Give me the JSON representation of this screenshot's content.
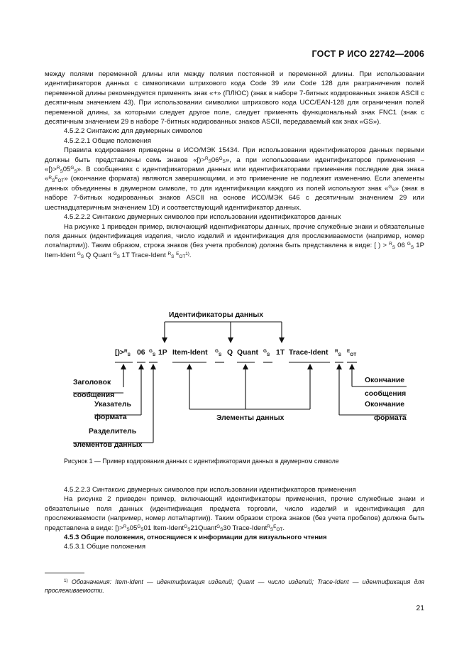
{
  "header": {
    "doc_code": "ГОСТ Р ИСО 22742—2006"
  },
  "body": {
    "p1": "между полями переменной длины или между полями постоянной и переменной длины. При использовании идентификаторов данных с символиками штрихового кода Code 39 или Code 128 для разграничения полей переменной длины рекомендуется применять знак «+» (ПЛЮС) (знак в наборе 7-битных кодированных знаков ASCII с десятичным значением 43). При использовании символики штрихового кода UCC/EAN-128 для ограничения полей переменной длины, за которыми следует другое поле, следует применять функциональный знак FNC1 (знак с десятичным значением 29 в наборе 7-битных кодированных знаков ASCII, передаваемый как знак «GS»).",
    "h4522": "4.5.2.2 Синтаксис для двумерных символов",
    "h45221": "4.5.2.2.1 Общие положения",
    "p2_a": "Правила кодирования приведены в ИСО/МЭК 15434. При использовании идентификаторов данных первыми должны быть представлены семь знаков «[)>",
    "p2_b": "06",
    "p2_c": "», а при использовании идентификаторов применения – «[)>",
    "p2_d": "05",
    "p2_e": "». В сообщениях с идентификаторами данных или идентификаторами применения последние два знака «",
    "p2_f": "» (окончание формата) являются завершающими, и это применение не подлежит изменению. Если элементы данных объединены в двумерном символе, то для идентификации каждого из полей используют знак «",
    "p2_g": "» (знак в наборе 7-битных кодированных знаков ASCII на основе ИСО/МЭК 646 с десятичным значением 29 или шестнадцатеричным значением 1D) и соответствующий идентификатор данных.",
    "h45222": "4.5.2.2.2 Синтаксис двумерных символов при использовании идентификаторов данных",
    "p3_a": "На рисунке 1 приведен пример, включающий идентификаторы данных, прочие служебные знаки и обязательные поля данных (идентификация изделия, число изделий и идентификация для прослеживаемости (например, номер лота/партии)). Таким образом, строка знаков (без учета пробелов) должна быть представлена в виде: [ ) > ",
    "p3_b": " 06 ",
    "p3_c": " 1P Item-Ident ",
    "p3_d": " Q Quant ",
    "p3_e": " 1T Trace-Ident ",
    "p3_f": ".",
    "fn_ref": "1)",
    "h45223": "4.5.2.2.3 Синтаксис двумерных символов при использовании идентификаторов применения",
    "p4_a": "На рисунке 2 приведен пример, включающий идентификаторы применения, прочие служебные знаки и обязательные поля данных (идентификация предмета торговли, число изделий и идентификация для прослеживаемости (например, номер лота/партии)). Таким образом строка знаков (без учета пробелов) должна быть представлена в виде: [)>",
    "p4_b": "05",
    "p4_c": "01 Item-Ident",
    "p4_d": "21Quant",
    "p4_e": "30 Trace-Ident",
    "p4_f": ".",
    "h453": "4.5.3 Общие положения, относящиеся к информации для визуального чтения",
    "h4531": "4.5.3.1 Общие положения"
  },
  "sym": {
    "R": "R",
    "G": "G",
    "S": "S",
    "E": "E",
    "O": "O",
    "T": "T"
  },
  "figure": {
    "top_label": "Идентификаторы данных",
    "seq": {
      "open": "[)>",
      "v06": "06",
      "id1p": "1P",
      "item": "Item-Ident",
      "q": "Q",
      "quant": "Quant",
      "id1t": "1T",
      "trace": "Trace-Ident"
    },
    "left_labels": {
      "header1": "Заголовок",
      "header2": "сообщения",
      "format1": "Указатель",
      "format2": "формата",
      "sep1": "Разделитель",
      "sep2": "элементов данных"
    },
    "mid_label": "Элементы данных",
    "right_labels": {
      "msg_end1": "Окончание",
      "msg_end2": "сообщения",
      "fmt_end1": "Окончание",
      "fmt_end2": "формата"
    },
    "caption": "Рисунок 1 — Пример кодирования данных с идентификаторами данных в двумерном символе"
  },
  "footnote": {
    "marker": "1)",
    "text_a": "Обозначения: Item-Ident — идентификация изделий; Quant — число изделий; Trace-Ident — идентификация для прослеживаемости."
  },
  "page_number": "21"
}
